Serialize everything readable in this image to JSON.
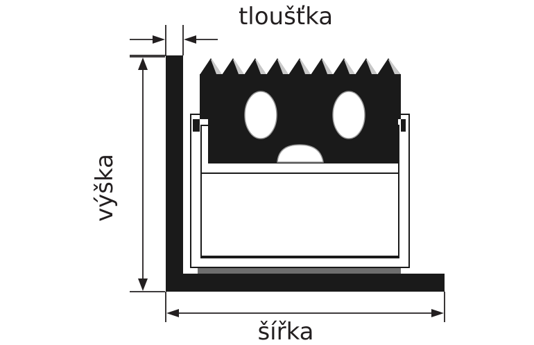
{
  "labels": {
    "thickness": "tloušťka",
    "height": "výška",
    "width": "šířka"
  },
  "colors": {
    "line": "#231f20",
    "profile": "#1a1a1a",
    "highlight": "#c8c8c8",
    "base_strip": "#6e6e6e",
    "background": "#ffffff"
  }
}
